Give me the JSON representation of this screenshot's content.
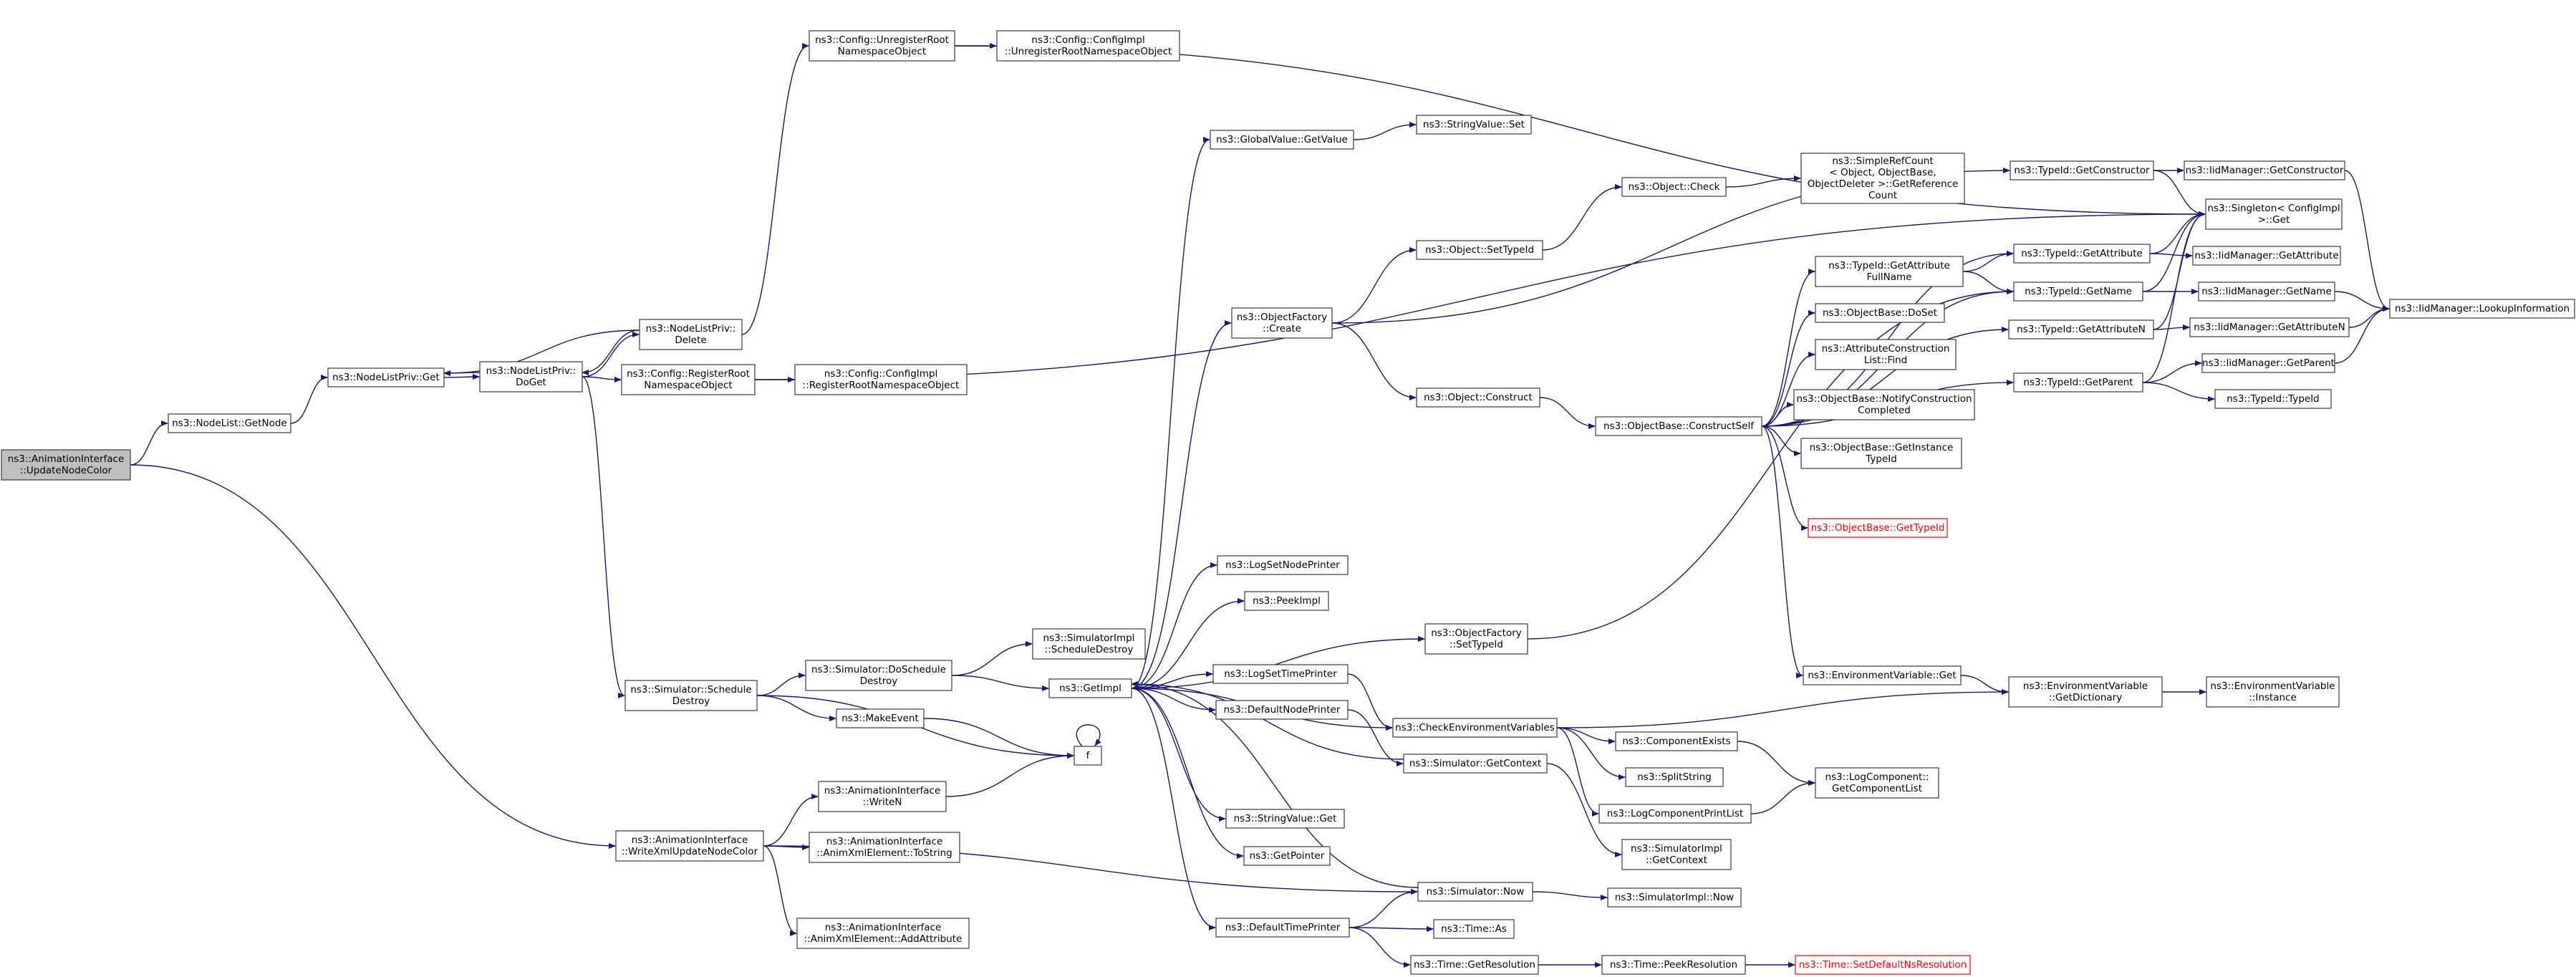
{
  "graph": {
    "edge_color": "#191970",
    "root_fill": "#bfbfbf",
    "truncated_color": "#ff0000",
    "nodes": [
      {
        "id": "root",
        "lines": [
          "ns3::AnimationInterface",
          "::UpdateNodeColor"
        ],
        "style": "root"
      },
      {
        "id": "nodelist_getnode",
        "lines": [
          "ns3::NodeList::GetNode"
        ]
      },
      {
        "id": "nlp_get",
        "lines": [
          "ns3::NodeListPriv::Get"
        ]
      },
      {
        "id": "nlp_doget",
        "lines": [
          "ns3::NodeListPriv::",
          "DoGet"
        ]
      },
      {
        "id": "nlp_delete",
        "lines": [
          "ns3::NodeListPriv::",
          "Delete"
        ]
      },
      {
        "id": "cfg_unreg",
        "lines": [
          "ns3::Config::UnregisterRoot",
          "NamespaceObject"
        ]
      },
      {
        "id": "cfgimpl_unreg",
        "lines": [
          "ns3::Config::ConfigImpl",
          "::UnregisterRootNamespaceObject"
        ]
      },
      {
        "id": "cfg_reg",
        "lines": [
          "ns3::Config::RegisterRoot",
          "NamespaceObject"
        ]
      },
      {
        "id": "cfgimpl_reg",
        "lines": [
          "ns3::Config::ConfigImpl",
          "::RegisterRootNamespaceObject"
        ]
      },
      {
        "id": "sim_schedule_destroy",
        "lines": [
          "ns3::Simulator::Schedule",
          "Destroy"
        ]
      },
      {
        "id": "sim_doschedule_destroy",
        "lines": [
          "ns3::Simulator::DoSchedule",
          "Destroy"
        ]
      },
      {
        "id": "simimpl_schedule_destroy",
        "lines": [
          "ns3::SimulatorImpl",
          "::ScheduleDestroy"
        ]
      },
      {
        "id": "getimpl",
        "lines": [
          "ns3::GetImpl"
        ]
      },
      {
        "id": "makeevent",
        "lines": [
          "ns3::MakeEvent"
        ]
      },
      {
        "id": "f",
        "lines": [
          "f"
        ]
      },
      {
        "id": "ai_writen",
        "lines": [
          "ns3::AnimationInterface",
          "::WriteN"
        ]
      },
      {
        "id": "ai_writexml",
        "lines": [
          "ns3::AnimationInterface",
          "::WriteXmlUpdateNodeColor"
        ]
      },
      {
        "id": "ai_tostring",
        "lines": [
          "ns3::AnimationInterface",
          "::AnimXmlElement::ToString"
        ]
      },
      {
        "id": "ai_addattr",
        "lines": [
          "ns3::AnimationInterface",
          "::AnimXmlElement::AddAttribute"
        ]
      },
      {
        "id": "gv_getvalue",
        "lines": [
          "ns3::GlobalValue::GetValue"
        ]
      },
      {
        "id": "sv_set",
        "lines": [
          "ns3::StringValue::Set"
        ]
      },
      {
        "id": "of_create",
        "lines": [
          "ns3::ObjectFactory",
          "::Create"
        ]
      },
      {
        "id": "obj_settypeid",
        "lines": [
          "ns3::Object::SetTypeId"
        ]
      },
      {
        "id": "obj_check",
        "lines": [
          "ns3::Object::Check"
        ]
      },
      {
        "id": "srefcount",
        "lines": [
          "ns3::SimpleRefCount",
          "< Object, ObjectBase,",
          "ObjectDeleter >::GetReference",
          "Count"
        ]
      },
      {
        "id": "obj_construct",
        "lines": [
          "ns3::Object::Construct"
        ]
      },
      {
        "id": "ob_constructself",
        "lines": [
          "ns3::ObjectBase::ConstructSelf"
        ]
      },
      {
        "id": "logsetnode",
        "lines": [
          "ns3::LogSetNodePrinter"
        ]
      },
      {
        "id": "peekimpl",
        "lines": [
          "ns3::PeekImpl"
        ]
      },
      {
        "id": "of_settypeid",
        "lines": [
          "ns3::ObjectFactory",
          "::SetTypeId"
        ]
      },
      {
        "id": "logsettime",
        "lines": [
          "ns3::LogSetTimePrinter"
        ]
      },
      {
        "id": "defnodeprinter",
        "lines": [
          "ns3::DefaultNodePrinter"
        ]
      },
      {
        "id": "checkenv",
        "lines": [
          "ns3::CheckEnvironmentVariables"
        ]
      },
      {
        "id": "sim_getcontext",
        "lines": [
          "ns3::Simulator::GetContext"
        ]
      },
      {
        "id": "sv_get",
        "lines": [
          "ns3::StringValue::Get"
        ]
      },
      {
        "id": "getpointer",
        "lines": [
          "ns3::GetPointer"
        ]
      },
      {
        "id": "sim_now",
        "lines": [
          "ns3::Simulator::Now"
        ]
      },
      {
        "id": "deftimeprinter",
        "lines": [
          "ns3::DefaultTimePrinter"
        ]
      },
      {
        "id": "time_as",
        "lines": [
          "ns3::Time::As"
        ]
      },
      {
        "id": "time_getres",
        "lines": [
          "ns3::Time::GetResolution"
        ]
      },
      {
        "id": "time_peekres",
        "lines": [
          "ns3::Time::PeekResolution"
        ]
      },
      {
        "id": "time_setdefault",
        "lines": [
          "ns3::Time::SetDefaultNsResolution"
        ],
        "style": "truncated"
      },
      {
        "id": "simimpl_now",
        "lines": [
          "ns3::SimulatorImpl::Now"
        ]
      },
      {
        "id": "simimpl_getcontext",
        "lines": [
          "ns3::SimulatorImpl",
          "::GetContext"
        ]
      },
      {
        "id": "comp_exists",
        "lines": [
          "ns3::ComponentExists"
        ]
      },
      {
        "id": "splitstring",
        "lines": [
          "ns3::SplitString"
        ]
      },
      {
        "id": "logcompprint",
        "lines": [
          "ns3::LogComponentPrintList"
        ]
      },
      {
        "id": "logcomp_getlist",
        "lines": [
          "ns3::LogComponent::",
          "GetComponentList"
        ]
      },
      {
        "id": "tid_getattrfullname",
        "lines": [
          "ns3::TypeId::GetAttribute",
          "FullName"
        ]
      },
      {
        "id": "ob_doset",
        "lines": [
          "ns3::ObjectBase::DoSet"
        ]
      },
      {
        "id": "acl_find",
        "lines": [
          "ns3::AttributeConstruction",
          "List::Find"
        ]
      },
      {
        "id": "ob_notify",
        "lines": [
          "ns3::ObjectBase::NotifyConstruction",
          "Completed"
        ]
      },
      {
        "id": "ob_getinst",
        "lines": [
          "ns3::ObjectBase::GetInstance",
          "TypeId"
        ]
      },
      {
        "id": "ob_gettypeid",
        "lines": [
          "ns3::ObjectBase::GetTypeId"
        ],
        "style": "truncated"
      },
      {
        "id": "envvar_get",
        "lines": [
          "ns3::EnvironmentVariable::Get"
        ]
      },
      {
        "id": "envvar_getdict",
        "lines": [
          "ns3::EnvironmentVariable",
          "::GetDictionary"
        ]
      },
      {
        "id": "envvar_instance",
        "lines": [
          "ns3::EnvironmentVariable",
          "::Instance"
        ]
      },
      {
        "id": "tid_getconstructor",
        "lines": [
          "ns3::TypeId::GetConstructor"
        ]
      },
      {
        "id": "tid_getattribute",
        "lines": [
          "ns3::TypeId::GetAttribute"
        ]
      },
      {
        "id": "tid_getname",
        "lines": [
          "ns3::TypeId::GetName"
        ]
      },
      {
        "id": "tid_getattributen",
        "lines": [
          "ns3::TypeId::GetAttributeN"
        ]
      },
      {
        "id": "tid_getparent",
        "lines": [
          "ns3::TypeId::GetParent"
        ]
      },
      {
        "id": "iid_getconstructor",
        "lines": [
          "ns3::IidManager::GetConstructor"
        ]
      },
      {
        "id": "singleton_get",
        "lines": [
          "ns3::Singleton< ConfigImpl",
          ">::Get"
        ]
      },
      {
        "id": "iid_getattribute",
        "lines": [
          "ns3::IidManager::GetAttribute"
        ]
      },
      {
        "id": "iid_getname",
        "lines": [
          "ns3::IidManager::GetName"
        ]
      },
      {
        "id": "iid_getattributen",
        "lines": [
          "ns3::IidManager::GetAttributeN"
        ]
      },
      {
        "id": "iid_getparent",
        "lines": [
          "ns3::IidManager::GetParent"
        ]
      },
      {
        "id": "tid_typeid",
        "lines": [
          "ns3::TypeId::TypeId"
        ]
      },
      {
        "id": "iid_lookup",
        "lines": [
          "ns3::IidManager::LookupInformation"
        ]
      }
    ]
  }
}
